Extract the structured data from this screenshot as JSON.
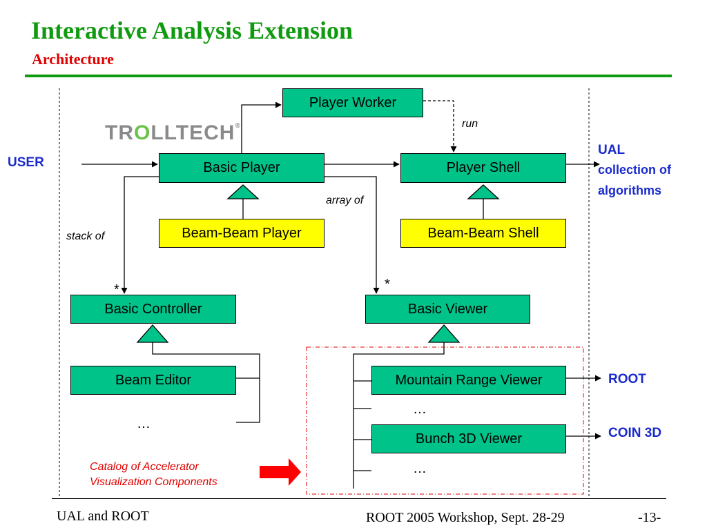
{
  "slide": {
    "title": "Interactive Analysis Extension",
    "subtitle": "Architecture"
  },
  "logo": {
    "text_before": "TR",
    "text_o": "O",
    "text_after": "LLTECH",
    "mark": "®"
  },
  "boxes": {
    "player_worker": "Player Worker",
    "basic_player": "Basic Player",
    "player_shell": "Player Shell",
    "beam_beam_player": "Beam-Beam Player",
    "beam_beam_shell": "Beam-Beam Shell",
    "basic_controller": "Basic Controller",
    "basic_viewer": "Basic Viewer",
    "beam_editor": "Beam Editor",
    "mountain_range_viewer": "Mountain Range Viewer",
    "bunch_3d_viewer": "Bunch 3D Viewer"
  },
  "labels": {
    "user": "USER",
    "ual": "UAL",
    "collection_of": "collection of",
    "algorithms": "algorithms",
    "run": "run",
    "array_of": "array of",
    "stack_of": "stack of",
    "star_controller": "*",
    "star_viewer": "*",
    "ellipsis_controller": "…",
    "ellipsis_viewer_1": "…",
    "ellipsis_viewer_2": "…",
    "root": "ROOT",
    "coin3d": "COIN 3D",
    "catalog_line1": "Catalog of Accelerator",
    "catalog_line2": "Visualization Components"
  },
  "colors": {
    "title": "#109a10",
    "subtitle": "#e00000",
    "box_green": "#00c38a",
    "box_yellow": "#ffff00",
    "label_blue": "#1a2acc",
    "catalog_red": "#e00000"
  },
  "footer": {
    "left": "UAL and ROOT",
    "center": "ROOT 2005 Workshop, Sept. 28-29",
    "page": "-13-"
  }
}
